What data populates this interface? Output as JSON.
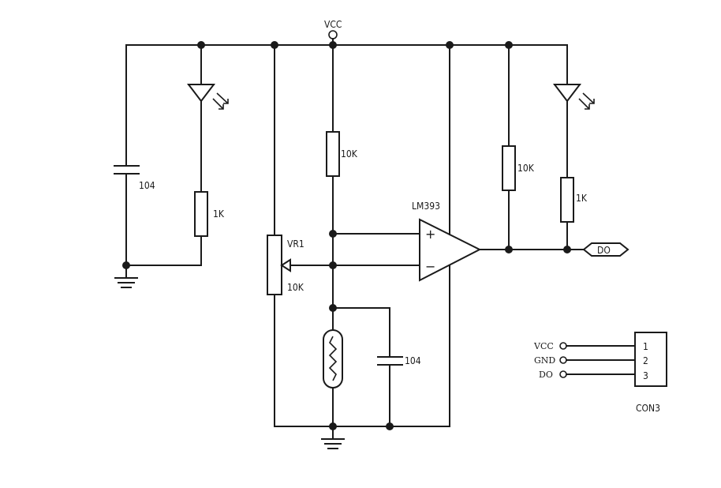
{
  "supply": {
    "label": "VCC"
  },
  "capacitor_left": {
    "value": "104"
  },
  "resistor_led_left": {
    "value": "1K"
  },
  "potentiometer": {
    "designator": "VR1",
    "value": "10K"
  },
  "resistor_pullup_mid": {
    "value": "10K"
  },
  "capacitor_mid": {
    "value": "104"
  },
  "comparator": {
    "part": "LM393",
    "plus": "+",
    "minus": "−"
  },
  "resistor_pullup_out": {
    "value": "10K"
  },
  "resistor_led_right": {
    "value": "1K"
  },
  "output_port": {
    "label": "DO"
  },
  "connector": {
    "name": "CON3",
    "pins": [
      {
        "number": "1",
        "signal": "VCC"
      },
      {
        "number": "2",
        "signal": "GND"
      },
      {
        "number": "3",
        "signal": "DO"
      }
    ]
  }
}
